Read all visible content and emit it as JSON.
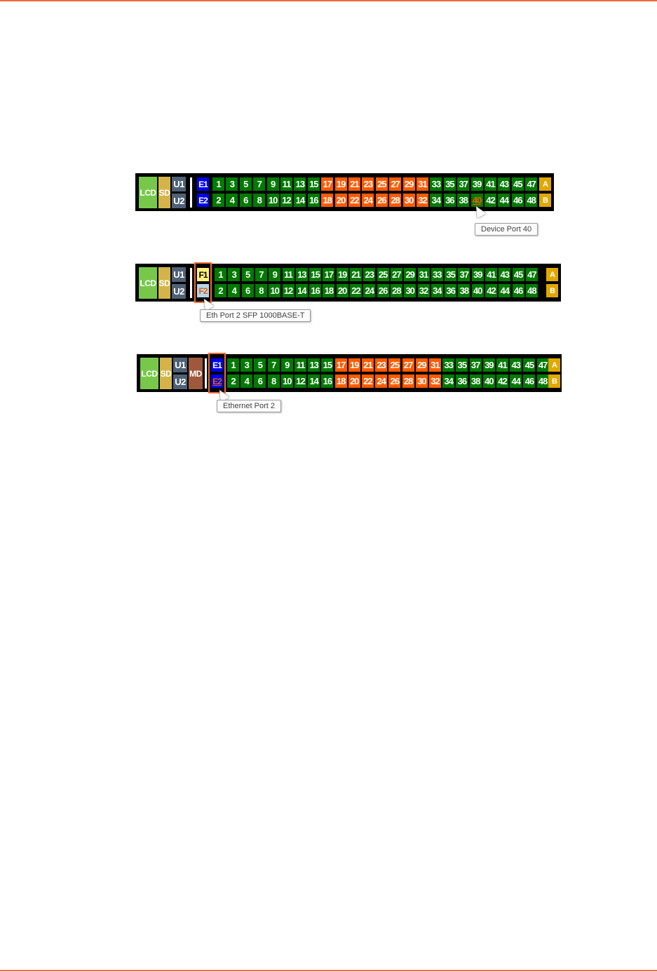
{
  "colors": {
    "rule": "#f26a35",
    "green": "#007a00",
    "orange": "#ff5a00",
    "lcd": "#77c84a",
    "sd": "#d4b44a",
    "uplink": "#4f6176",
    "ethernet": "#0000ee",
    "ab": "#e0a800",
    "md": "#a0583c",
    "f1": "#fff27a",
    "f2": "#b8d4ea"
  },
  "panels": [
    {
      "lcd": "LCD",
      "sd": "SD",
      "u1": "U1",
      "u2": "U2",
      "md": null,
      "eth_top": "E1",
      "eth_bottom": "E2",
      "eth_style": "ethernet",
      "orange_ports": [
        17,
        18,
        19,
        20,
        21,
        22,
        23,
        24,
        25,
        26,
        27,
        28,
        29,
        30,
        31,
        32
      ],
      "hovered_port": 40,
      "a": "A",
      "b": "B",
      "tooltip": "Device Port 40"
    },
    {
      "lcd": "LCD",
      "sd": "SD",
      "u1": "U1",
      "u2": "U2",
      "md": null,
      "eth_top": "F1",
      "eth_bottom": "F2",
      "eth_style": "sfp",
      "orange_ports": [],
      "hovered_port": null,
      "a": "A",
      "b": "B",
      "tooltip": "Eth Port 2 SFP 1000BASE-T"
    },
    {
      "lcd": "LCD",
      "sd": "SD",
      "u1": "U1",
      "u2": "U2",
      "md": "MD",
      "eth_top": "E1",
      "eth_bottom": "E2",
      "eth_style": "ethernet",
      "orange_ports": [
        17,
        18,
        19,
        20,
        21,
        22,
        23,
        24,
        25,
        26,
        27,
        28,
        29,
        30,
        31,
        32
      ],
      "hovered_port": null,
      "a": "A",
      "b": "B",
      "tooltip": "Ethernet Port 2"
    }
  ]
}
